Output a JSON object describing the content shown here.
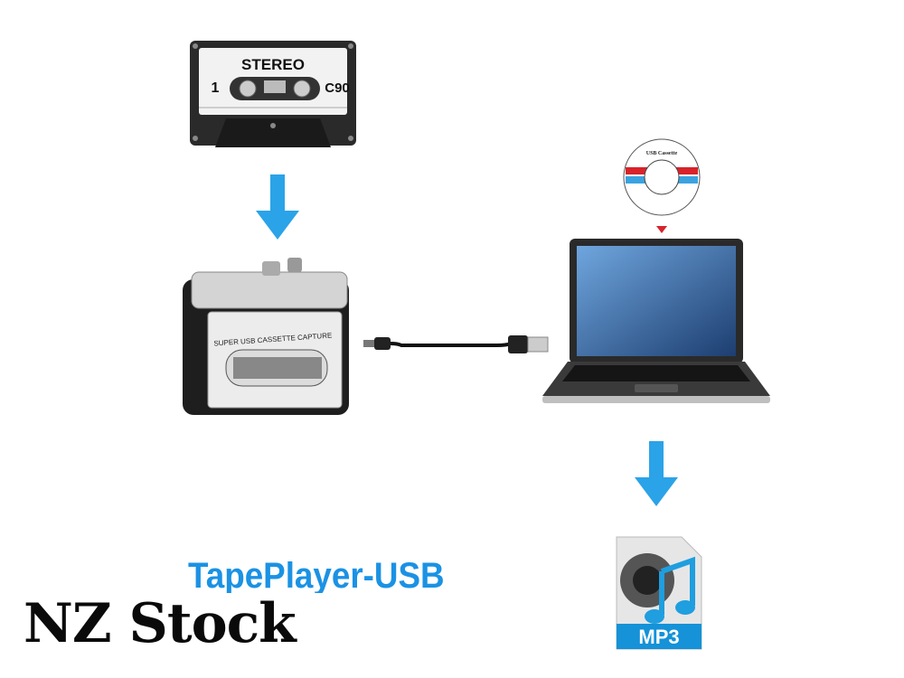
{
  "cassette": {
    "label_top": "STEREO",
    "side": "1",
    "type": "C90"
  },
  "player": {
    "label": "SUPER USB CASSETTE CAPTURE"
  },
  "cd": {
    "label": "USB Cassette"
  },
  "mp3_icon": {
    "label": "MP3"
  },
  "product_title": "TapePlayer-USB",
  "stock_text": "NZ Stock",
  "colors": {
    "arrow": "#2ba3e8",
    "title": "#1b92e4",
    "cd_red": "#d8232a",
    "cd_blue": "#3aa3df"
  },
  "icons": [
    "cassette-icon",
    "arrow-down-icon",
    "cassette-player-icon",
    "usb-cable-icon",
    "cd-icon",
    "laptop-icon",
    "mp3-file-icon"
  ]
}
